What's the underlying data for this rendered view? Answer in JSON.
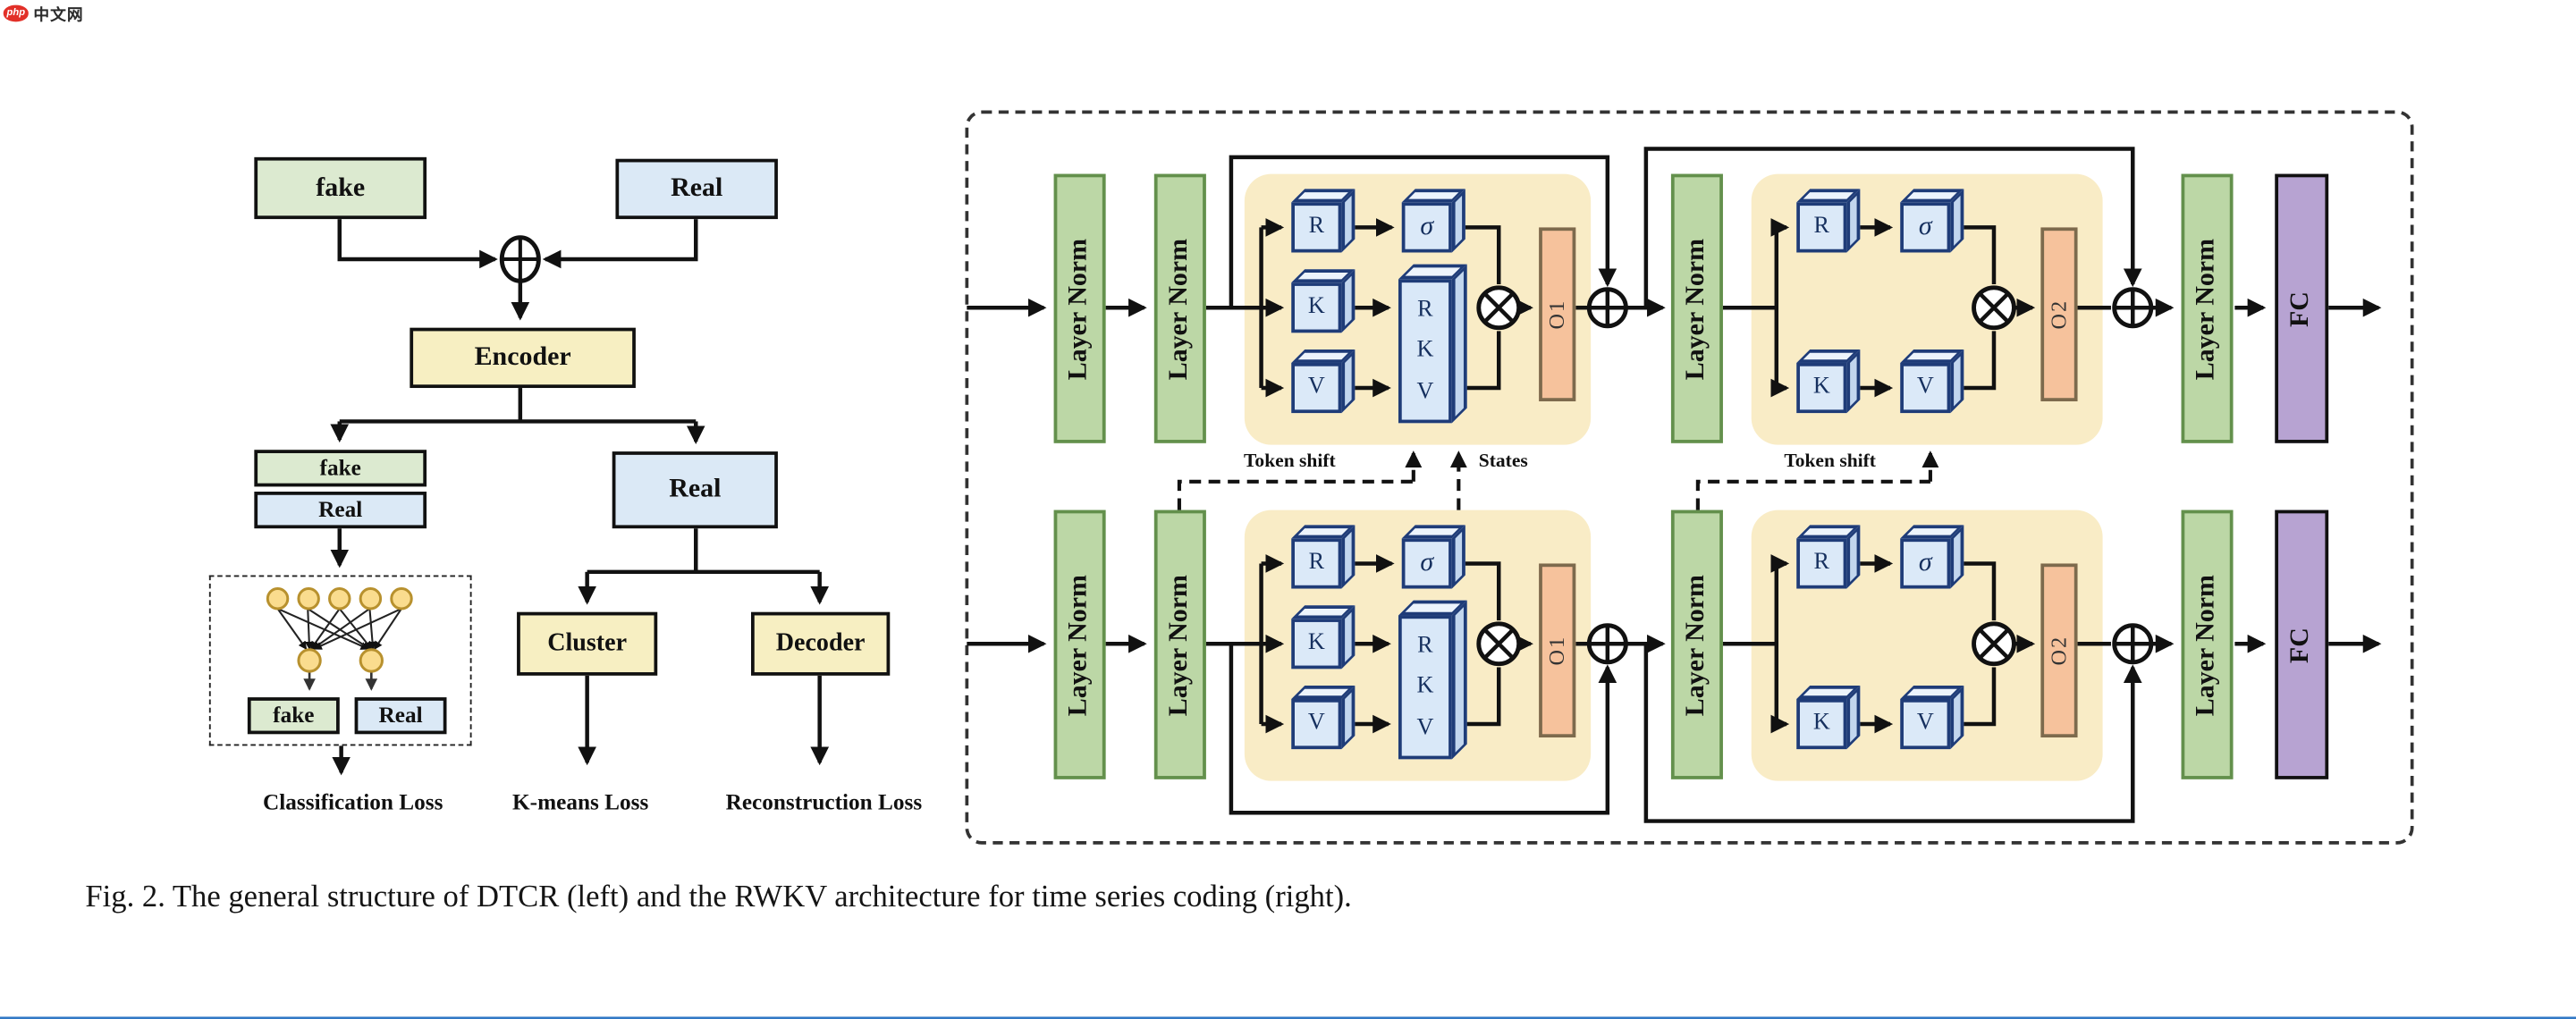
{
  "logo": {
    "brand": "php",
    "site": "中文网"
  },
  "caption": "Fig. 2.  The general structure of DTCR (left) and the RWKV architecture for time series coding (right).",
  "dtcr": {
    "fake_input": "fake",
    "real_input": "Real",
    "encoder": "Encoder",
    "fake_latent": "fake",
    "real_latent": "Real",
    "real_branch": "Real",
    "fake_class": "fake",
    "real_class": "Real",
    "cluster": "Cluster",
    "decoder": "Decoder",
    "classification_loss": "Classification Loss",
    "kmeans_loss": "K-means Loss",
    "reconstruction_loss": "Reconstruction Loss"
  },
  "rwkv": {
    "layer_norm": "Layer Norm",
    "r": "R",
    "k": "K",
    "v": "V",
    "sigma": "σ",
    "rkv_letters": [
      "R",
      "K",
      "V"
    ],
    "o1": "O1",
    "o2": "O2",
    "fc": "FC",
    "token_shift": "Token shift",
    "states": "States"
  },
  "colors": {
    "layer_norm_fill": "#bcd7a6",
    "layer_norm_border": "#63904c",
    "mixing_block_fill": "#f9ecc6",
    "cube_fill": "#dbe9f8",
    "cube_border": "#1f3c78",
    "output_fill": "#f6c29c",
    "output_border": "#7d6a4d",
    "fc_fill": "#b7a3d2",
    "green_box": "#dcead0",
    "blue_box": "#dbe9f6",
    "yellow_box": "#f7efc2",
    "node_fill": "#fadc8e",
    "node_border": "#b8912e",
    "logo_red": "#e23028",
    "bottom_bar": "#3178c6"
  }
}
